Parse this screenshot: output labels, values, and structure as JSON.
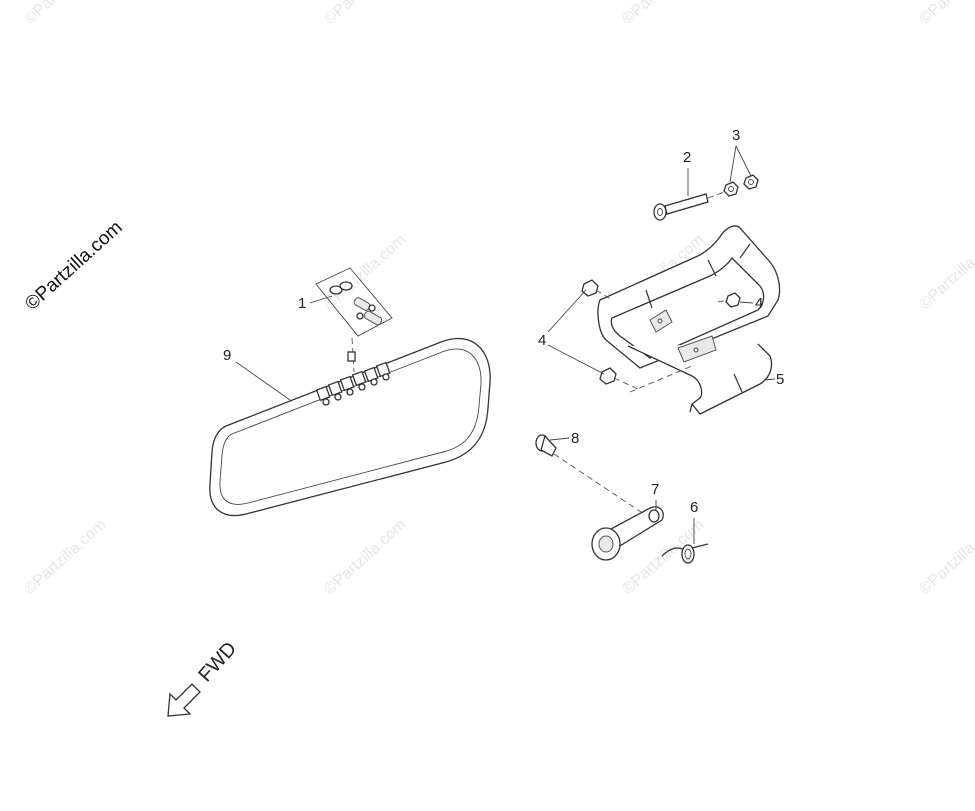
{
  "diagram": {
    "watermark_text": "©Partzilla.com",
    "logo_text": "©Partzilla.com",
    "fwd_label": "FWD",
    "callouts": [
      {
        "label": "1",
        "part": "chain-master-link"
      },
      {
        "label": "2",
        "part": "bolt"
      },
      {
        "label": "3",
        "part": "nut"
      },
      {
        "label": "4",
        "part": "bolt-nut"
      },
      {
        "label": "5",
        "part": "chain-guard-bracket"
      },
      {
        "label": "6",
        "part": "spring"
      },
      {
        "label": "7",
        "part": "tensioner-arm"
      },
      {
        "label": "8",
        "part": "pivot-pin"
      },
      {
        "label": "9",
        "part": "drive-chain"
      }
    ]
  }
}
